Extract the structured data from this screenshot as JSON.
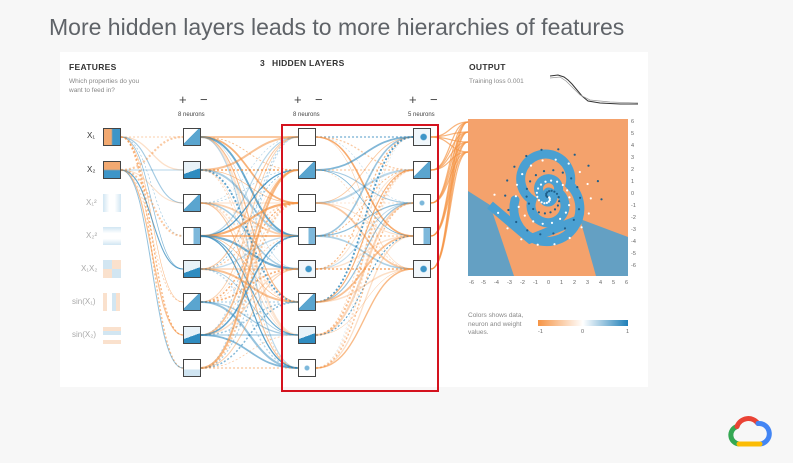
{
  "slide": {
    "title": "More hidden layers leads to more hierarchies of features"
  },
  "features": {
    "header": "FEATURES",
    "question": "Which properties do you want to feed in?",
    "items": [
      {
        "label": "X₁",
        "active": true
      },
      {
        "label": "X₂",
        "active": true
      },
      {
        "label": "X₁²",
        "active": false
      },
      {
        "label": "X₂²",
        "active": false
      },
      {
        "label": "X₁X₂",
        "active": false
      },
      {
        "label": "sin(X₁)",
        "active": false
      },
      {
        "label": "sin(X₂)",
        "active": false
      }
    ]
  },
  "hidden": {
    "count": "3",
    "header": "HIDDEN LAYERS",
    "plus": "+",
    "minus": "−",
    "layers": [
      {
        "neurons_label": "8 neurons"
      },
      {
        "neurons_label": "8 neurons"
      },
      {
        "neurons_label": "5 neurons"
      }
    ]
  },
  "output": {
    "header": "OUTPUT",
    "loss": "Training loss 0.001",
    "x_ticks": [
      "-6",
      "-5",
      "-4",
      "-3",
      "-2",
      "-1",
      "0",
      "1",
      "2",
      "3",
      "4",
      "5",
      "6"
    ],
    "y_ticks": [
      "6",
      "5",
      "4",
      "3",
      "2",
      "1",
      "0",
      "-1",
      "-2",
      "-3",
      "-4",
      "-5",
      "-6"
    ]
  },
  "legend": {
    "text": "Colors shows data, neuron and weight values.",
    "min": "-1",
    "mid": "0",
    "max": "1"
  },
  "colors": {
    "orange": "#f59445",
    "blue": "#1f7fb8",
    "highlight": "#d4121e"
  }
}
